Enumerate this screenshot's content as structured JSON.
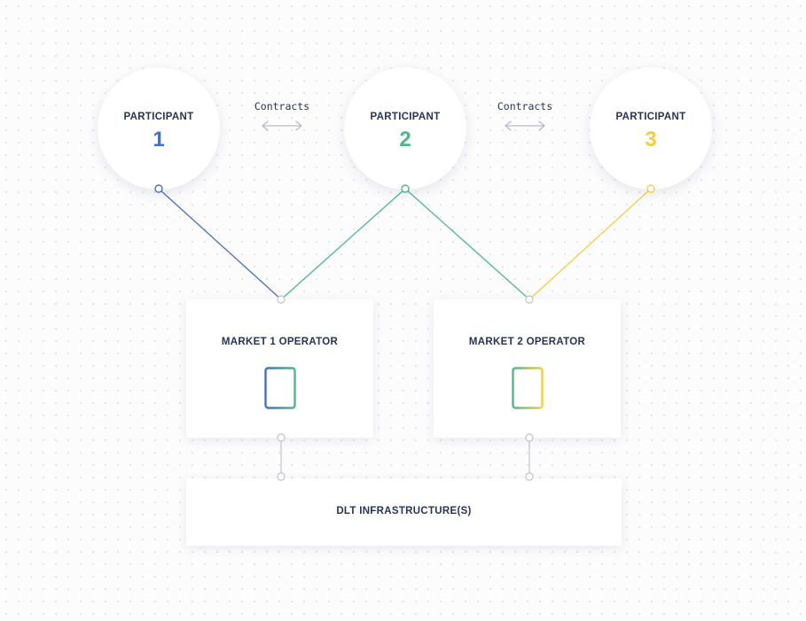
{
  "participants": [
    {
      "label": "PARTICIPANT",
      "number": "1",
      "color": "#4a6fba"
    },
    {
      "label": "PARTICIPANT",
      "number": "2",
      "color": "#4fb68a"
    },
    {
      "label": "PARTICIPANT",
      "number": "3",
      "color": "#f1cf45"
    }
  ],
  "contracts": [
    {
      "label": "Contracts"
    },
    {
      "label": "Contracts"
    }
  ],
  "markets": [
    {
      "label": "MARKET 1 OPERATOR"
    },
    {
      "label": "MARKET 2 OPERATOR"
    }
  ],
  "infrastructure": {
    "label": "DLT INFRASTRUCTURE(S)"
  },
  "colors": {
    "text": "#283358",
    "connector_gray": "#c7cad1",
    "arrow_gray": "#b8bcc6"
  },
  "icons": [
    "document-icon",
    "double-arrow-icon"
  ]
}
